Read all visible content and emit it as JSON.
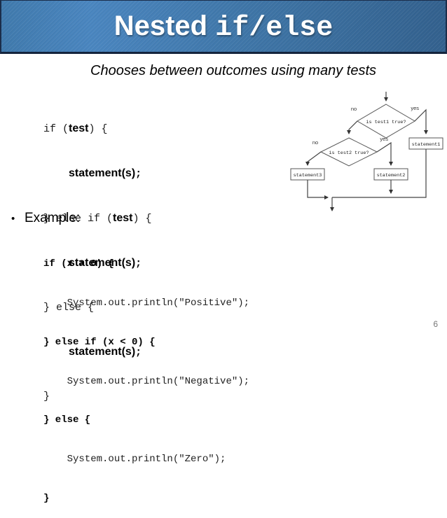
{
  "header": {
    "title_plain": "Nested ",
    "title_mono": "if/else"
  },
  "subtitle": "Chooses between outcomes using many tests",
  "pseudo_code": {
    "l1a": "if (",
    "l1b": "test",
    "l1c": ") {",
    "l2a": "    ",
    "l2b": "statement(s)",
    "l2c": ";",
    "l3a": "} else if (",
    "l3b": "test",
    "l3c": ") {",
    "l4a": "    ",
    "l4b": "statement(s)",
    "l4c": ";",
    "l5": "} else {",
    "l6a": "    ",
    "l6b": "statement(s)",
    "l6c": ";",
    "l7": "}"
  },
  "flowchart": {
    "decision1": "is test1 true?",
    "decision2": "is test2 true?",
    "label_yes": "yes",
    "label_no": "no",
    "box_statement1": "statement1",
    "box_statement2": "statement2",
    "box_statement3": "statement3"
  },
  "example": {
    "bullet": "•",
    "label": "Example:"
  },
  "java_code": {
    "lines": [
      {
        "text": "if (x > 0) {",
        "bold": true
      },
      {
        "text": "    System.out.println(\"Positive\");",
        "bold": false
      },
      {
        "text": "} else if (x < 0) {",
        "bold": true
      },
      {
        "text": "    System.out.println(\"Negative\");",
        "bold": false
      },
      {
        "text": "} else {",
        "bold": true
      },
      {
        "text": "    System.out.println(\"Zero\");",
        "bold": false
      },
      {
        "text": "}",
        "bold": true
      }
    ]
  },
  "footer": {
    "page_number": "6"
  },
  "colors": {
    "header_left": "#4a86c0",
    "header_right": "#33618e",
    "header_border": "#14243d",
    "accent_text": "#ffffff"
  }
}
